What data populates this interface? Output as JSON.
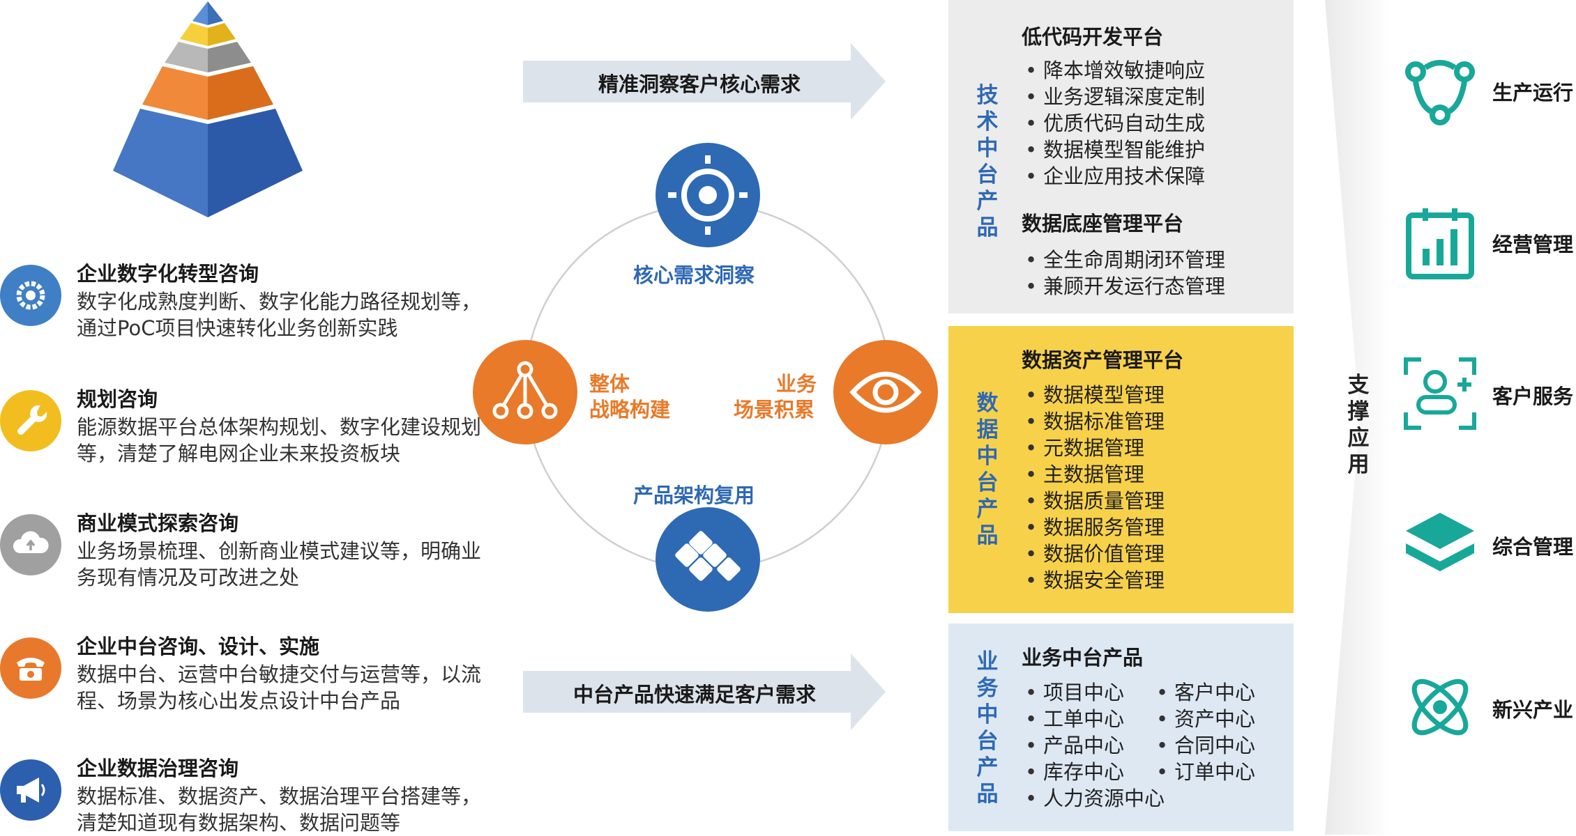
{
  "consulting": [
    {
      "title": "企业数字化转型咨询",
      "desc": "数字化成熟度判断、数字化能力路径规划等，通过PoC项目快速转化业务创新实践",
      "icon": "gear-icon",
      "color": "#3f7fc6"
    },
    {
      "title": "规划咨询",
      "desc": "能源数据平台总体架构规划、数字化建设规划等，清楚了解电网企业未来投资板块",
      "icon": "wrench-icon",
      "color": "#f2bd1e"
    },
    {
      "title": "商业模式探索咨询",
      "desc": "业务场景梳理、创新商业模式建议等，明确业务现有情况及可改进之处",
      "icon": "cloud-upload-icon",
      "color": "#a0a0a0"
    },
    {
      "title": "企业中台咨询、设计、实施",
      "desc": "数据中台、运营中台敏捷交付与运营等，以流程、场景为核心出发点设计中台产品",
      "icon": "phone-icon",
      "color": "#e8792c"
    },
    {
      "title": "企业数据治理咨询",
      "desc": "数据标准、数据资产、数据治理平台搭建等，清楚知道现有数据架构、数据问题等",
      "icon": "megaphone-icon",
      "color": "#2c5fae"
    }
  ],
  "arrows": {
    "top": "精准洞察客户核心需求",
    "bottom": "中台产品快速满足客户需求"
  },
  "cycle": {
    "top": "核心需求洞察",
    "left_line1": "整体",
    "left_line2": "战略构建",
    "right_line1": "业务",
    "right_line2": "场景积累",
    "bottom": "产品架构复用"
  },
  "panels": {
    "tech": {
      "side": "技术中台产品",
      "sections": [
        {
          "heading": "低代码开发平台",
          "items": [
            "降本增效敏捷响应",
            "业务逻辑深度定制",
            "优质代码自动生成",
            "数据模型智能维护",
            "企业应用技术保障"
          ]
        },
        {
          "heading": "数据底座管理平台",
          "items": [
            "全生命周期闭环管理",
            "兼顾开发运行态管理"
          ]
        }
      ]
    },
    "data": {
      "side": "数据中台产品",
      "heading": "数据资产管理平台",
      "items": [
        "数据模型管理",
        "数据标准管理",
        "元数据管理",
        "主数据管理",
        "数据质量管理",
        "数据服务管理",
        "数据价值管理",
        "数据安全管理"
      ]
    },
    "biz": {
      "side": "业务中台产品",
      "heading": "业务中台产品",
      "col1": [
        "项目中心",
        "工单中心",
        "产品中心",
        "库存中心",
        "人力资源中心"
      ],
      "col2": [
        "客户中心",
        "资产中心",
        "合同中心",
        "订单中心"
      ]
    }
  },
  "support_label": "支撑应用",
  "apps": [
    {
      "label": "生产运行",
      "icon": "network-icon"
    },
    {
      "label": "经营管理",
      "icon": "bar-chart-icon"
    },
    {
      "label": "客户服务",
      "icon": "user-add-icon"
    },
    {
      "label": "综合管理",
      "icon": "layers-icon"
    },
    {
      "label": "新兴产业",
      "icon": "atom-icon"
    }
  ],
  "colors": {
    "blue": "#2e69b4",
    "orange": "#e87a2a",
    "yellow_panel": "#f8d14a",
    "gray_panel": "#ececec",
    "blue_panel": "#dde8f3",
    "teal": "#18a89a"
  }
}
